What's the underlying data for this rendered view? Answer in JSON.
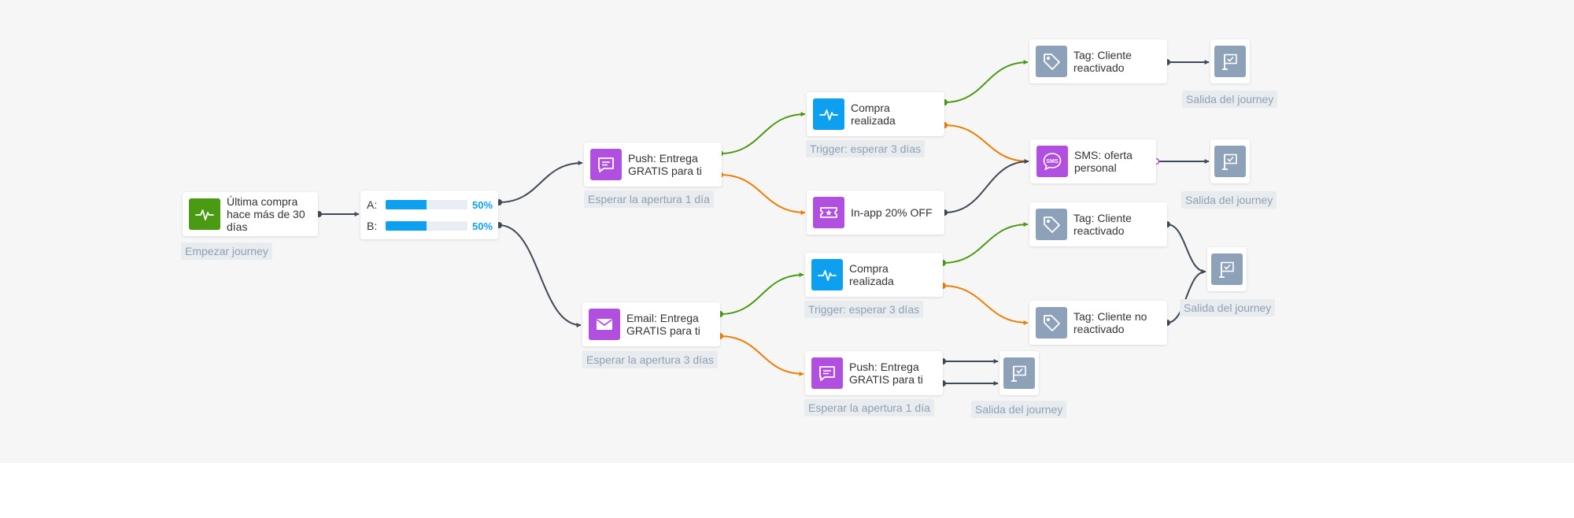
{
  "colors": {
    "yes": "#4b9a14",
    "no": "#ef7d00",
    "neutral": "#3f4a57",
    "sms_port": "#b04fe0"
  },
  "start": {
    "label": "Última compra hace más de 30 días",
    "caption": "Empezar journey",
    "icon": "activity-icon"
  },
  "split": {
    "a": {
      "label": "A:",
      "percent_text": "50%",
      "fraction": 0.5
    },
    "b": {
      "label": "B:",
      "percent_text": "50%",
      "fraction": 0.5
    }
  },
  "nodes": {
    "push1": {
      "label": "Push: Entrega GRATIS para ti",
      "caption": "Esperar la apertura 1 día",
      "icon": "chat-icon"
    },
    "email": {
      "label": "Email: Entrega GRATIS para ti",
      "caption": "Esperar la apertura 3 días",
      "icon": "envelope-icon"
    },
    "compra1": {
      "label": "Compra realizada",
      "caption": "Trigger: esperar 3 días",
      "icon": "activity-icon"
    },
    "inapp": {
      "label": "In-app 20% OFF",
      "icon": "ticket-icon"
    },
    "compra2": {
      "label": "Compra realizada",
      "caption": "Trigger: esperar 3 días",
      "icon": "activity-icon"
    },
    "push2": {
      "label": "Push: Entrega GRATIS para ti",
      "caption": "Esperar la apertura 1 día",
      "icon": "chat-icon"
    },
    "tag1": {
      "label": "Tag: Cliente reactivado",
      "icon": "tag-icon"
    },
    "sms": {
      "label": "SMS: oferta personal",
      "icon": "sms-icon"
    },
    "tag2": {
      "label": "Tag: Cliente reactivado",
      "icon": "tag-icon"
    },
    "tag3": {
      "label": "Tag: Cliente no reactivado",
      "icon": "tag-icon"
    }
  },
  "exits": {
    "exit1": {
      "caption": "Salida del journey",
      "icon": "exit-flag-icon"
    },
    "exit2": {
      "caption": "Salida del journey",
      "icon": "exit-flag-icon"
    },
    "exit3": {
      "caption": "Salida del journey",
      "icon": "exit-flag-icon"
    },
    "exit4": {
      "caption": "Salida del journey",
      "icon": "exit-flag-icon"
    }
  }
}
